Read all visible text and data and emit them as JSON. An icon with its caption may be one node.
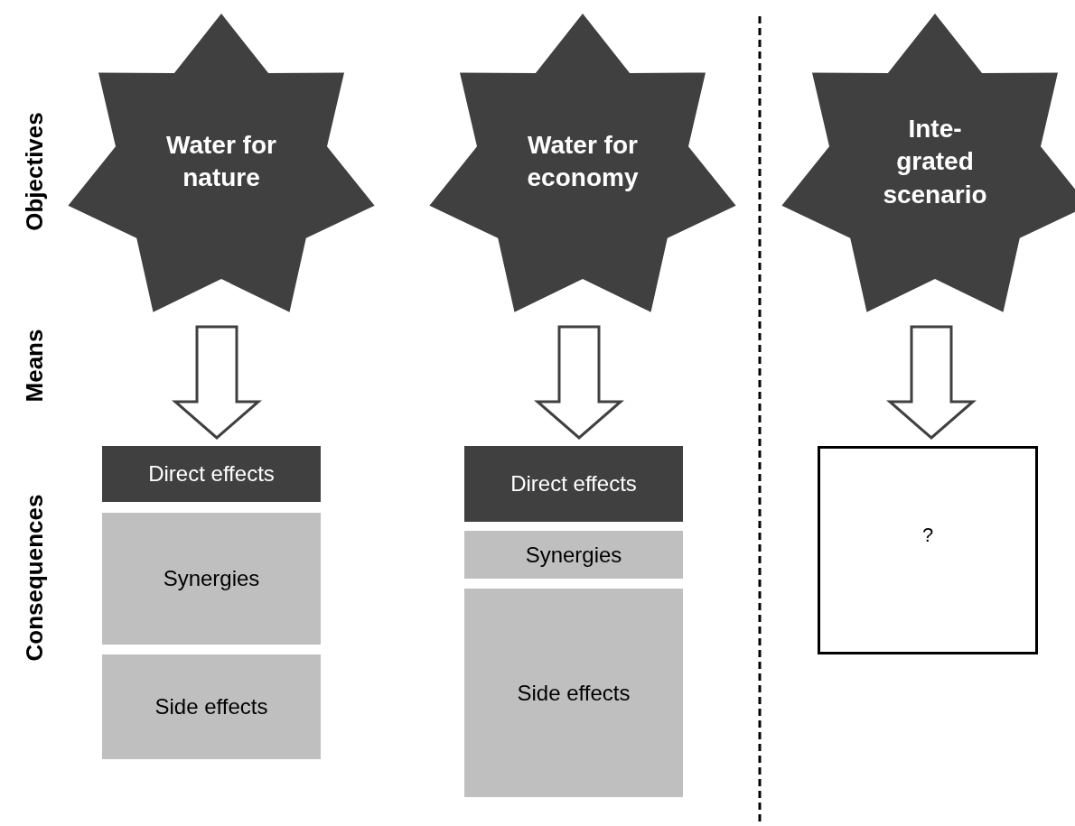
{
  "diagram": {
    "nodes": [
      {
        "text": [
          "Water for nature"
        ]
      },
      {
        "text": [
          "Water for economy"
        ]
      },
      {
        "text": [
          "Inte- grated scenario"
        ]
      },
      {
        "text": [
          "Direct effects"
        ]
      },
      {
        "text": [
          "Synergies"
        ]
      },
      {
        "text": [
          "Side effects"
        ]
      },
      {
        "text": [
          "Direct effects"
        ]
      },
      {
        "text": [
          "Synergies"
        ]
      },
      {
        "text": [
          "Side effects"
        ]
      },
      {
        "text": [
          "?"
        ]
      }
    ],
    "edges": [
      {
        "from": 0,
        "to": 3,
        "arrow": "to"
      },
      {
        "from": 1,
        "to": 6,
        "arrow": "to"
      },
      {
        "from": 2,
        "to": 9,
        "arrow": "to"
      }
    ],
    "labels": [
      "Objectives",
      "Means",
      "Consequences"
    ]
  }
}
